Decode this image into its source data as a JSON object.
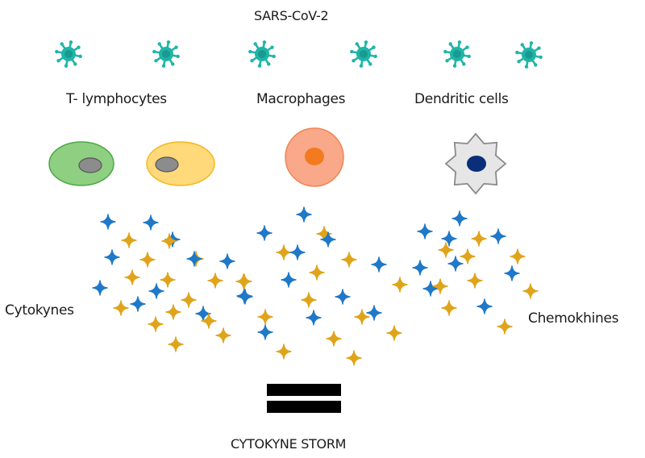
{
  "diagram": {
    "title": "SARS-CoV-2",
    "virus_count": 6,
    "cell_labels": {
      "t_lymphocytes": "T- lymphocytes",
      "macrophages": "Macrophages",
      "dendritic_cells": "Dendritic cells"
    },
    "side_labels": {
      "cytokynes": "Cytokynes",
      "chemokhines": "Chemokhines"
    },
    "result_label": "CYTOKYNE STORM",
    "equals_symbol": "equals-icon",
    "colors": {
      "virus": "#1fb5a8",
      "virus_core": "#14897f",
      "t_cell_1_fill": "#8fcf82",
      "t_cell_1_stroke": "#4aa845",
      "t_cell_2_fill": "#ffd97a",
      "t_cell_2_stroke": "#f2b81e",
      "nucleus_gray": "#8c8c8c",
      "nucleus_stroke": "#555555",
      "macrophage_fill": "#f9a88a",
      "macrophage_stroke": "#ee8655",
      "macrophage_nucleus": "#f47a20",
      "dendritic_fill": "#e6e6e6",
      "dendritic_stroke": "#8a8a8a",
      "dendritic_nucleus": "#0a2e7a",
      "cytokine_blue": "#1f78c8",
      "cytokine_gold": "#e0a41a",
      "bar": "#000000"
    },
    "cells": [
      {
        "type": "t-lymphocyte",
        "variant": "green"
      },
      {
        "type": "t-lymphocyte",
        "variant": "yellow"
      },
      {
        "type": "macrophage",
        "variant": "orange"
      },
      {
        "type": "dendritic-cell",
        "variant": "gray"
      }
    ],
    "cytokine_clusters": [
      {
        "source": "t_lymphocytes",
        "blue_count": 12,
        "gold_count": 18
      },
      {
        "source": "macrophages",
        "blue_count": 11,
        "gold_count": 16
      },
      {
        "source": "dendritic_cells",
        "blue_count": 10,
        "gold_count": 10
      }
    ]
  }
}
